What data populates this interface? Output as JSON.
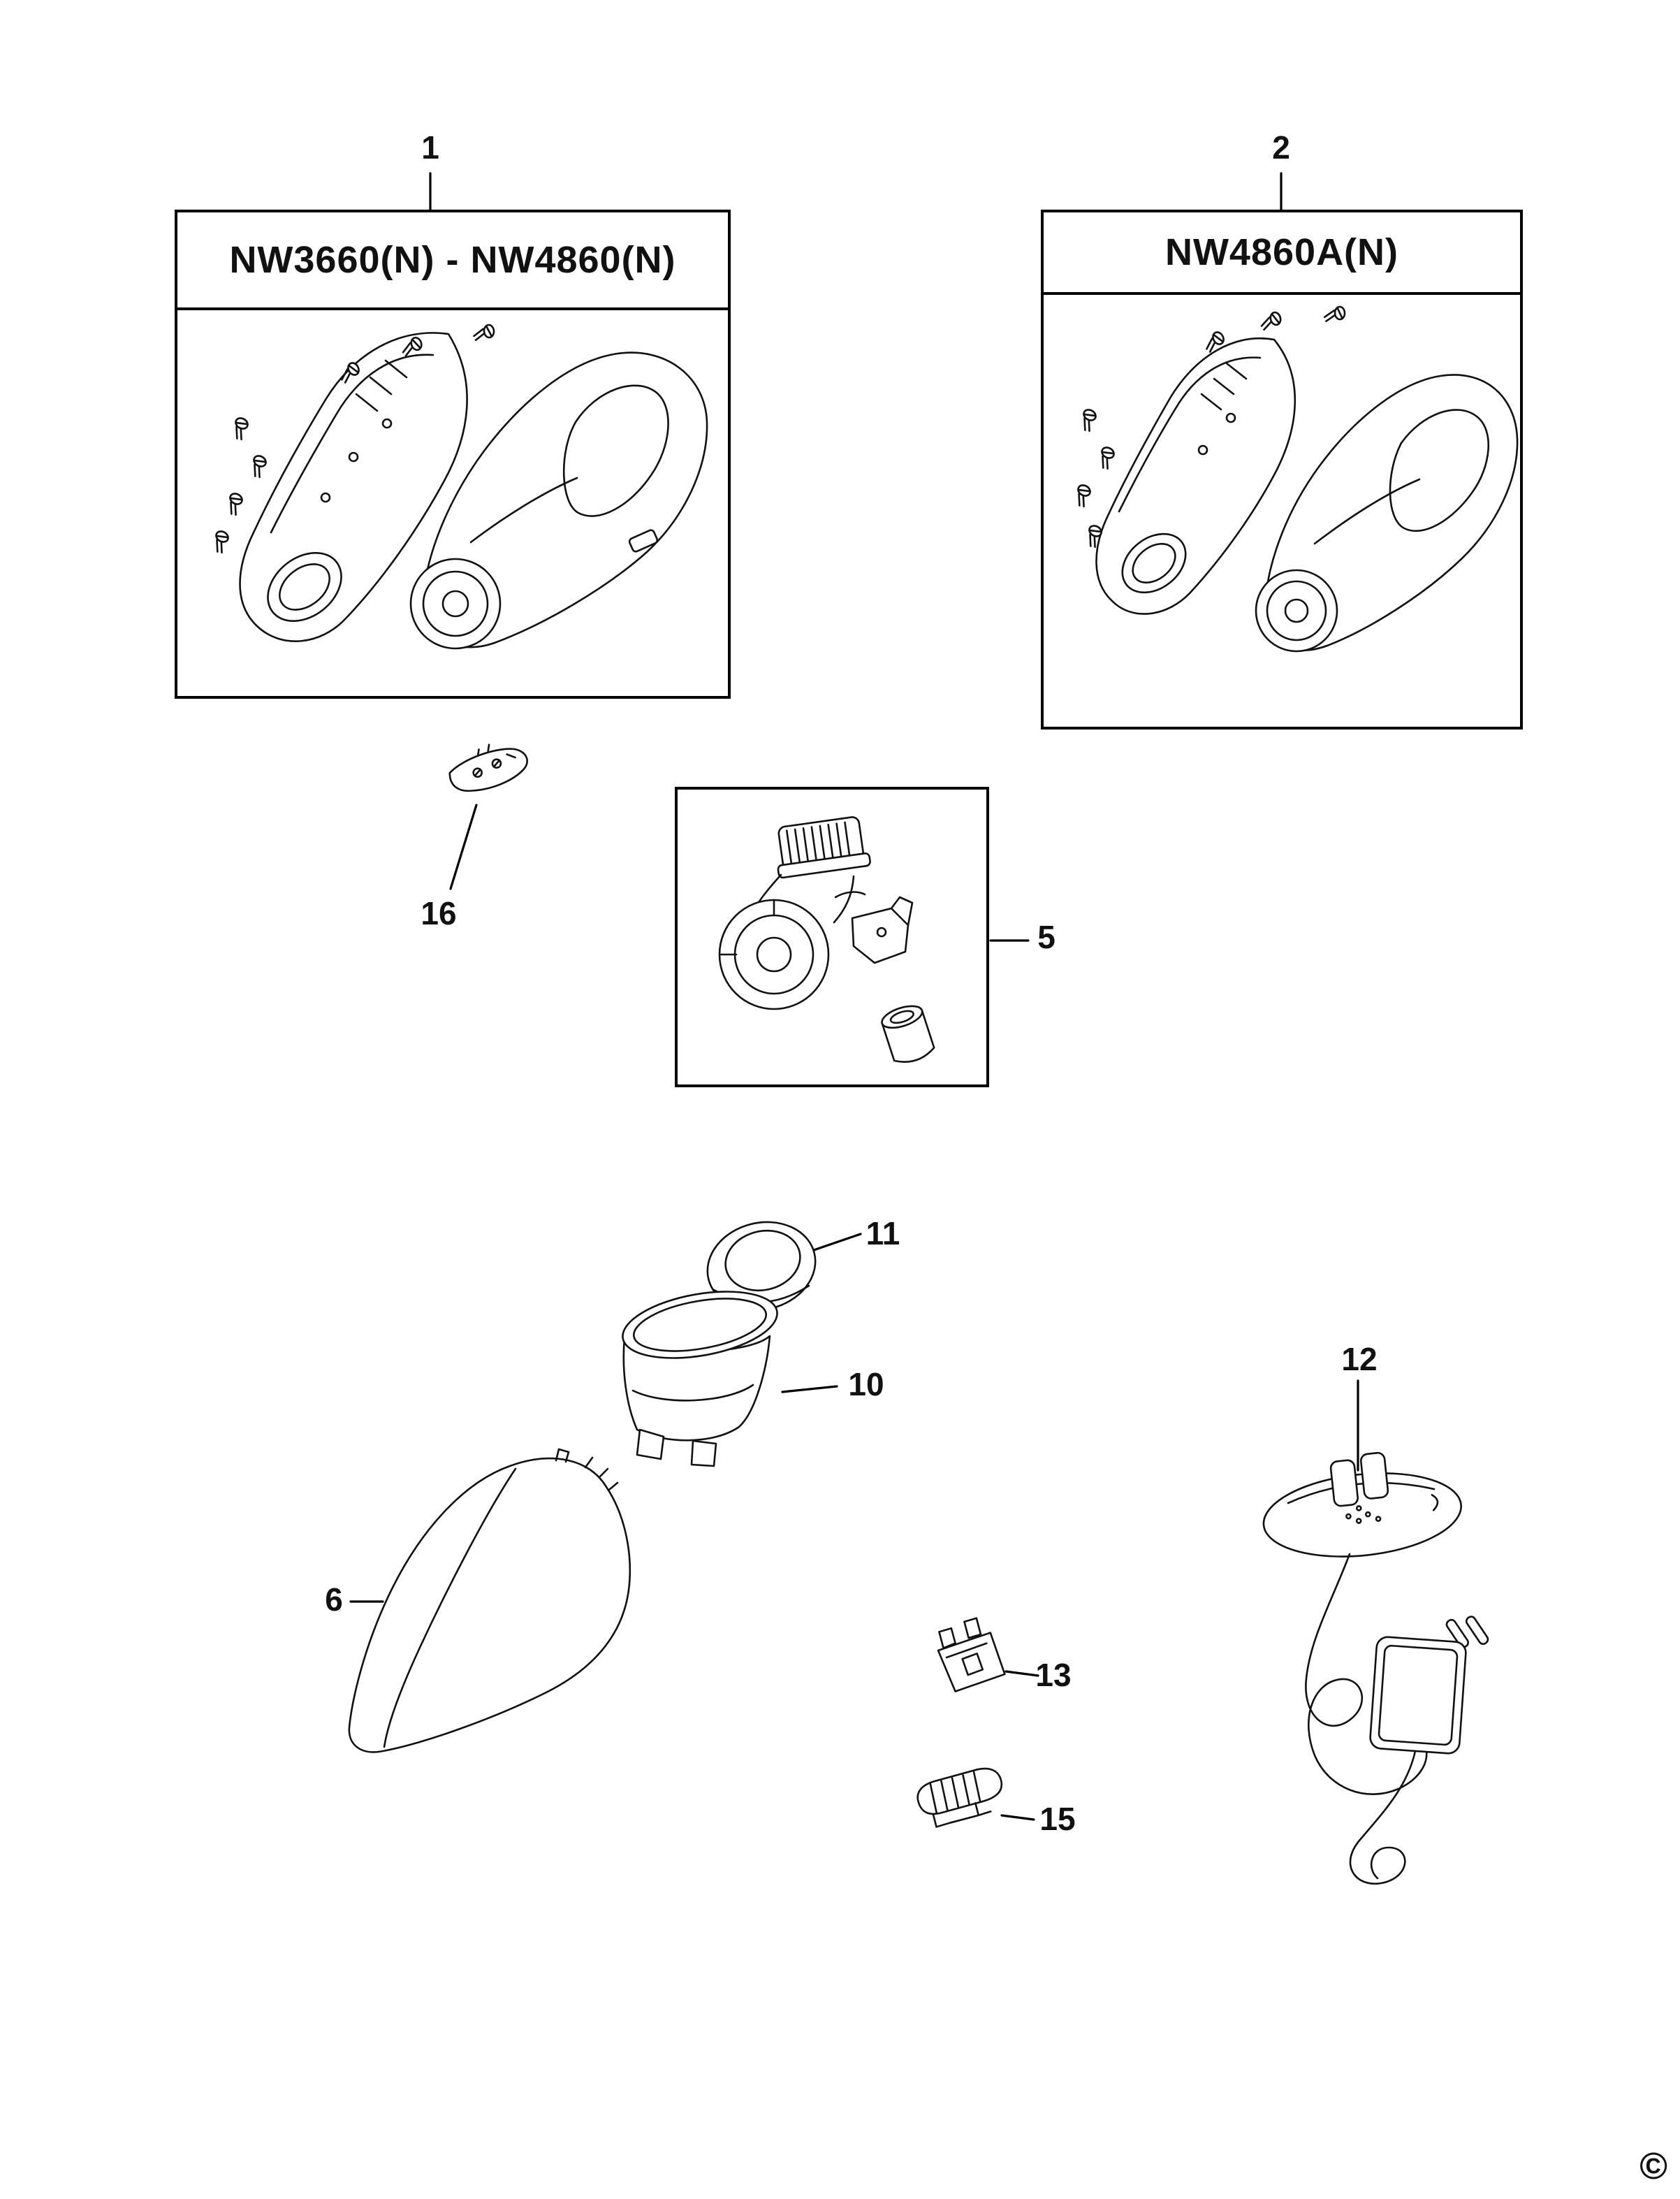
{
  "page": {
    "copyright": "©"
  },
  "boxes": {
    "box1": {
      "title": "NW3660(N) - NW4860(N)"
    },
    "box2": {
      "title": "NW4860A(N)"
    }
  },
  "callouts": {
    "c1": "1",
    "c2": "2",
    "c5": "5",
    "c6": "6",
    "c10": "10",
    "c11": "11",
    "c12": "12",
    "c13": "13",
    "c15": "15",
    "c16": "16"
  }
}
